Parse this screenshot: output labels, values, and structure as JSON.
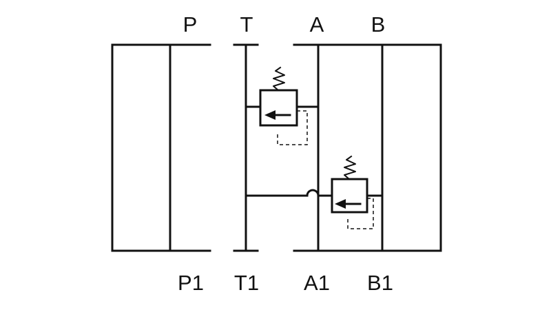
{
  "diagram": {
    "kind": "hydraulic-modular-valve-symbol",
    "top_ports": [
      "P",
      "T",
      "A",
      "B"
    ],
    "bottom_ports": [
      "P1",
      "T1",
      "A1",
      "B1"
    ],
    "components": [
      {
        "type": "pressure-relief-valve",
        "connects": "A-to-T",
        "spring": true,
        "pilot": "dashed"
      },
      {
        "type": "pressure-relief-valve",
        "connects": "B-to-T",
        "spring": true,
        "pilot": "dashed"
      }
    ],
    "line_color": "#111111",
    "background": "#ffffff"
  }
}
